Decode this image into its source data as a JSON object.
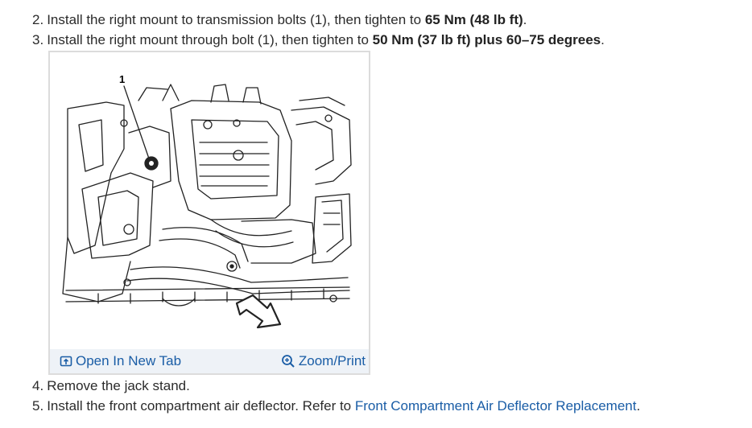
{
  "steps": [
    {
      "num": "2.",
      "pre": "Install the right mount to transmission bolts (1), then tighten to ",
      "bold": "65 Nm (48 lb ft)",
      "post": "."
    },
    {
      "num": "3.",
      "pre": "Install the right mount through bolt (1), then tighten to ",
      "bold": "50 Nm (37 lb ft) plus 60–75 degrees",
      "post": "."
    },
    {
      "num": "4.",
      "text": "Remove the jack stand."
    },
    {
      "num": "5.",
      "pre": "Install the front compartment air deflector. Refer to ",
      "link": "Front Compartment Air Deflector Replacement",
      "post": "."
    }
  ],
  "figure": {
    "callout": "1",
    "open_tab_label": "Open In New Tab",
    "zoom_label": "Zoom/Print",
    "icons": {
      "open_tab": "open-new-tab-icon",
      "zoom": "zoom-magnifier-icon"
    }
  },
  "colors": {
    "link": "#1a5da6",
    "text": "#2b2b2b",
    "figure_bar": "#eef2f7"
  }
}
